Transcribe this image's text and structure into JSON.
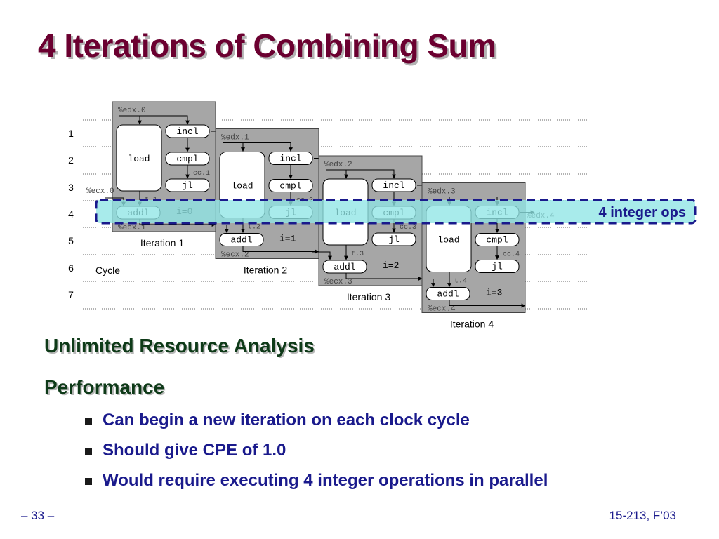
{
  "slide": {
    "title": "4 Iterations of Combining Sum",
    "section_heading": "Unlimited Resource Analysis",
    "subsection_heading": "Performance",
    "bullets": [
      "Can begin a new iteration on each clock cycle",
      "Should give CPE of 1.0",
      "Would require executing 4 integer operations in parallel"
    ],
    "footer_left": "– 33 –",
    "footer_right": "15-213, F’03"
  },
  "diagram": {
    "cycle_label": "Cycle",
    "cycle_numbers": [
      "1",
      "2",
      "3",
      "4",
      "5",
      "6",
      "7"
    ],
    "highlight_label": "4 integer ops",
    "iterations": [
      {
        "caption": "Iteration 1",
        "edx_in": "%edx.0",
        "edx_out": "%edx.1",
        "ecx_in": "%ecx.0",
        "ecx_out": "%ecx.1",
        "cc": "cc.1",
        "t": "t.1",
        "i_label": "i=0",
        "ops": {
          "incl": "incl",
          "cmpl": "cmpl",
          "jl": "jl",
          "load": "load",
          "addl": "addl"
        }
      },
      {
        "caption": "Iteration 2",
        "edx_in": "%edx.1",
        "edx_out": "%edx.2",
        "ecx_in": "%ecx.1",
        "ecx_out": "%ecx.2",
        "cc": "cc.2",
        "t": "t.2",
        "i_label": "i=1",
        "ops": {
          "incl": "incl",
          "cmpl": "cmpl",
          "jl": "jl",
          "load": "load",
          "addl": "addl"
        }
      },
      {
        "caption": "Iteration 3",
        "edx_in": "%edx.2",
        "edx_out": "%edx.3",
        "ecx_in": "%ecx.2",
        "ecx_out": "%ecx.3",
        "cc": "cc.3",
        "t": "t.3",
        "i_label": "i=2",
        "ops": {
          "incl": "incl",
          "cmpl": "cmpl",
          "jl": "jl",
          "load": "load",
          "addl": "addl"
        }
      },
      {
        "caption": "Iteration 4",
        "edx_in": "%edx.3",
        "edx_out": "%edx.4",
        "ecx_in": "%ecx.3",
        "ecx_out": "%ecx.4",
        "cc": "cc.4",
        "t": "t.4",
        "i_label": "i=3",
        "ops": {
          "incl": "incl",
          "cmpl": "cmpl",
          "jl": "jl",
          "load": "load",
          "addl": "addl"
        }
      }
    ],
    "colors": {
      "panel_fill": "#a6a6a6",
      "op_fill": "#ffffff",
      "highlight_fill": "#8fe6e6",
      "highlight_border": "#1a1a8c",
      "highlight_text": "#1a1a8c",
      "title_color": "#6b0030",
      "heading_color": "#0e3a18",
      "bullet_color": "#1a1a8c"
    }
  }
}
